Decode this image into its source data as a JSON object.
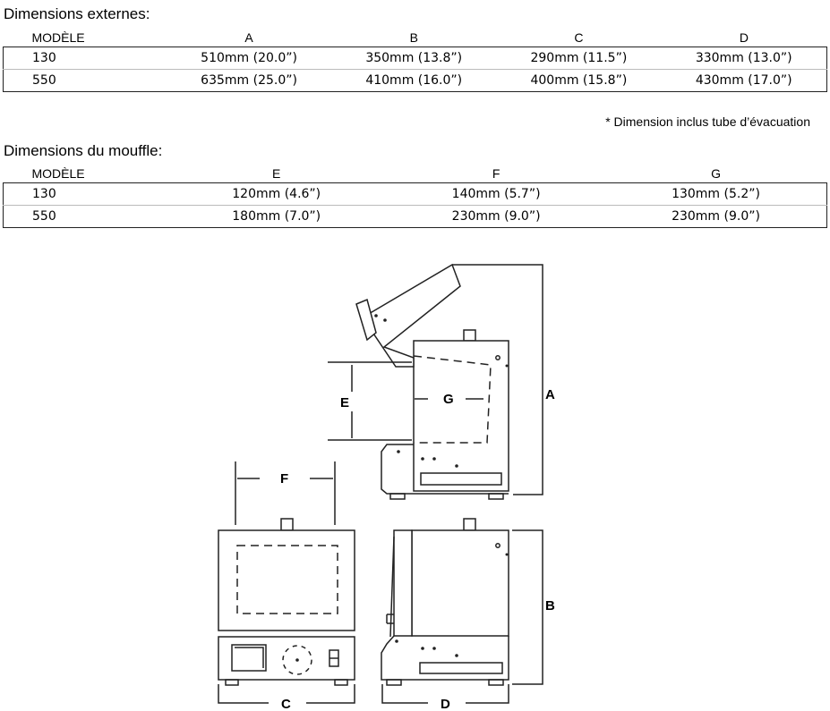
{
  "external": {
    "title": "Dimensions externes:",
    "headers": [
      "MODÈLE",
      "A",
      "B",
      "C",
      "D"
    ],
    "rows": [
      [
        "130",
        "510mm (20.0”)",
        "350mm (13.8”)",
        "290mm (11.5”)",
        "330mm (13.0”)"
      ],
      [
        "550",
        "635mm (25.0”)",
        "410mm (16.0”)",
        "400mm (15.8”)",
        "430mm (17.0”)"
      ]
    ]
  },
  "note": "* Dimension inclus tube d’évacuation",
  "muffle": {
    "title": "Dimensions du mouffle:",
    "headers": [
      "MODÈLE",
      "E",
      "F",
      "G",
      "",
      ""
    ],
    "rows": [
      [
        "130",
        "120mm (4.6”)",
        "140mm (5.7”)",
        "130mm (5.2”)",
        "",
        ""
      ],
      [
        "550",
        "180mm (7.0”)",
        "230mm (9.0”)",
        "230mm (9.0”)",
        "",
        ""
      ]
    ]
  },
  "diagram": {
    "labels": {
      "a": "A",
      "b": "B",
      "c": "C",
      "d": "D",
      "e": "E",
      "f": "F",
      "g": "G"
    }
  }
}
